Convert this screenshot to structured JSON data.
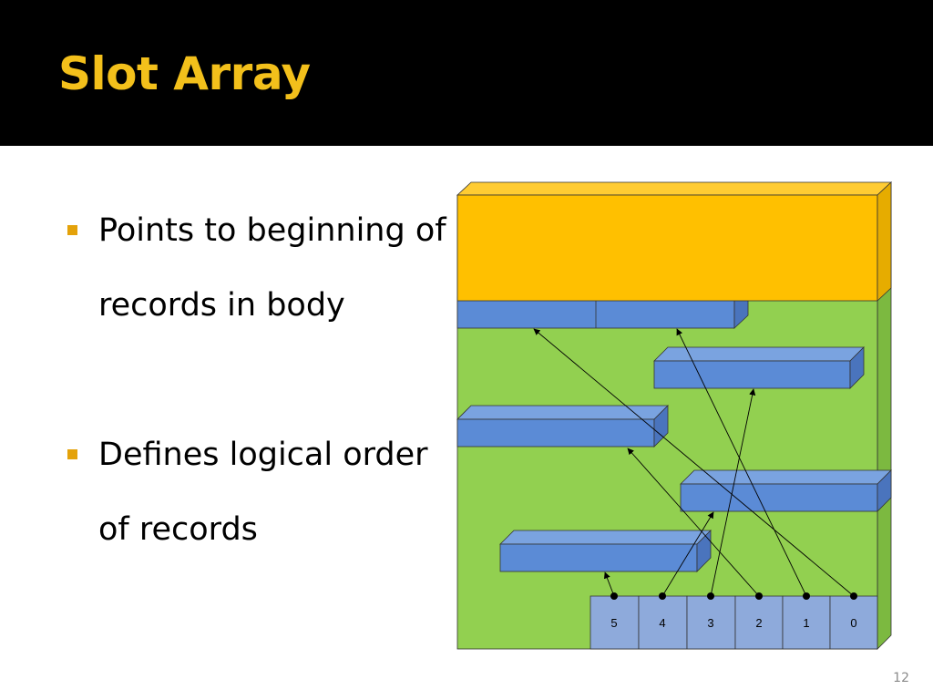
{
  "slide": {
    "title": "Slot Array",
    "page_number": "12"
  },
  "bullets": [
    "Points to beginning of records in body",
    "Defines logical order of records"
  ],
  "slots": [
    "5",
    "4",
    "3",
    "2",
    "1",
    "0"
  ],
  "colors": {
    "title_bar": "#000000",
    "title_text": "#f3c01b",
    "bullet_marker": "#e4a20a",
    "page_body": "#92d050",
    "page_header": "#ffc000",
    "record": "#5b8bd6",
    "slot_cell": "#8eaadb"
  }
}
